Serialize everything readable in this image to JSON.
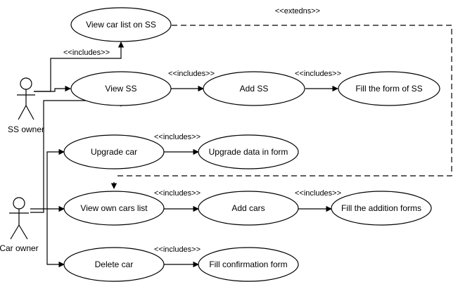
{
  "actors": {
    "ss_owner": "SS owner",
    "car_owner": "Car owner"
  },
  "use_cases": {
    "view_car_list_on_ss": "View car list on SS",
    "view_ss": "View SS",
    "add_ss": "Add SS",
    "fill_form_ss": "Fill the form of SS",
    "upgrade_car": "Upgrade car",
    "upgrade_data_in_form": "Upgrade data in form",
    "view_own_cars_list": "View own cars list",
    "add_cars": "Add cars",
    "fill_addition_forms": "Fill the addition forms",
    "delete_car": "Delete car",
    "fill_confirmation_form": "Fill confirmation form"
  },
  "stereotypes": {
    "includes": "<<includes>>",
    "extends": "<<extedns>>"
  }
}
